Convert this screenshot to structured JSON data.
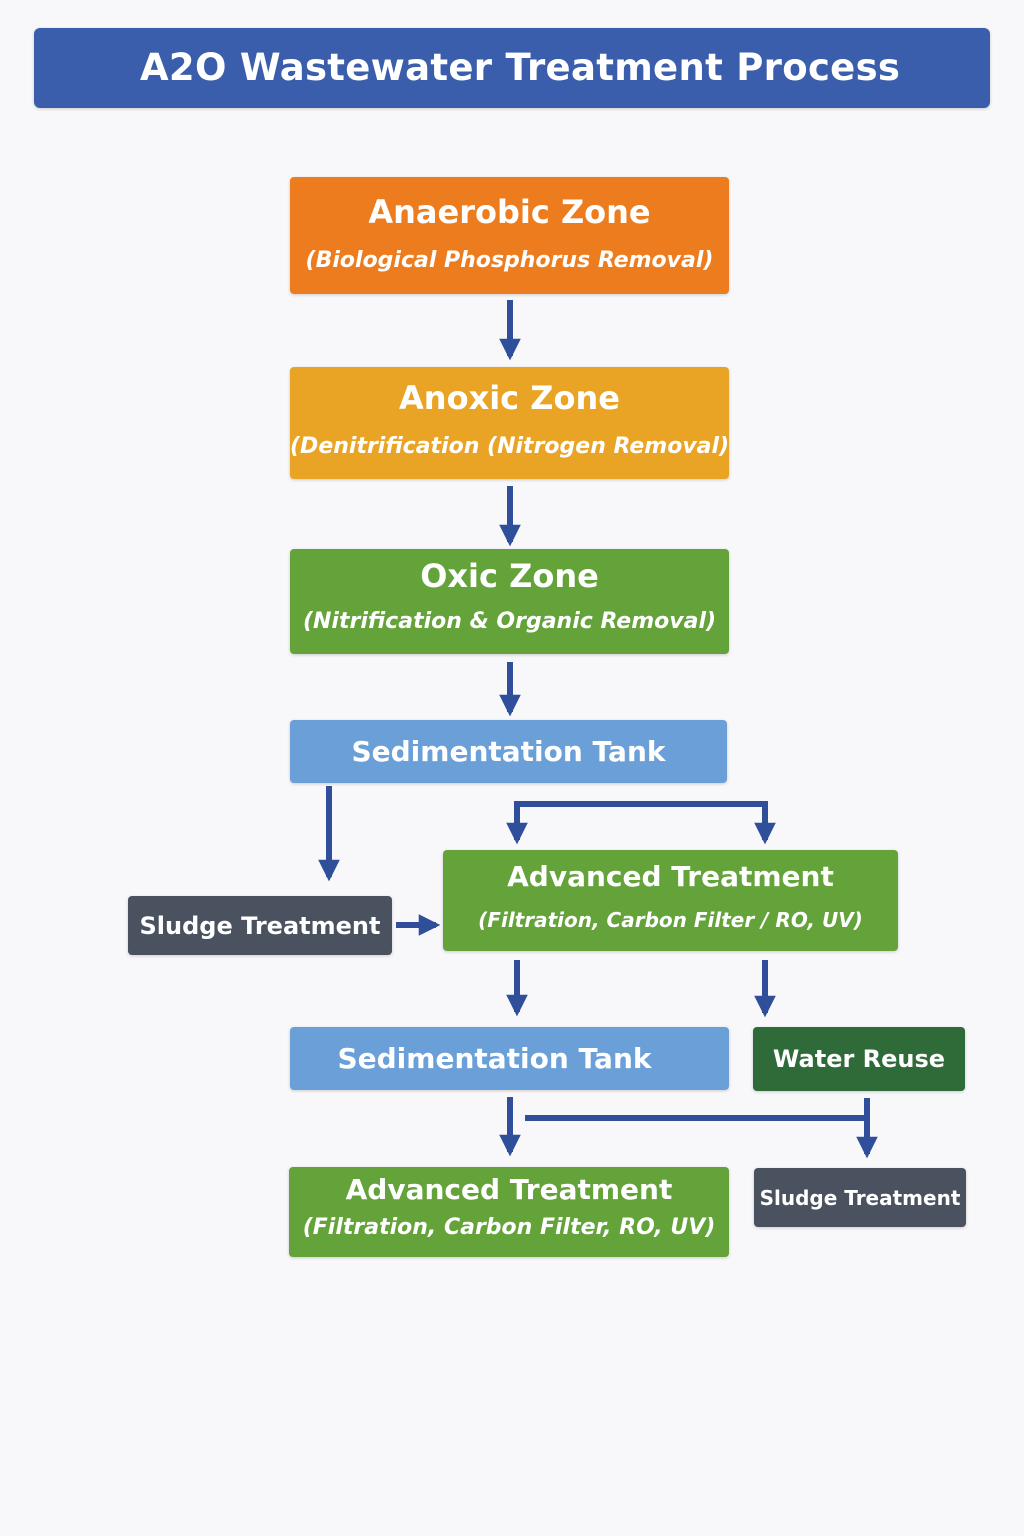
{
  "header": {
    "title": "A2O Wastewater Treatment Process"
  },
  "colors": {
    "header": "#3a5eab",
    "anaerobic": "#ec7c1e",
    "anoxic": "#e9a426",
    "oxic": "#64a23a",
    "sedimentation": "#6a9fd8",
    "advanced": "#64a23a",
    "sludge": "#4b525f",
    "water_reuse": "#2f6b39",
    "arrow": "#2f4f9a"
  },
  "nodes": {
    "anaerobic": {
      "title": "Anaerobic Zone",
      "subtitle": "(Biological Phosphorus Removal)"
    },
    "anoxic": {
      "title": "Anoxic Zone",
      "subtitle": "(Denitrification (Nitrogen Removal)"
    },
    "oxic": {
      "title": "Oxic Zone",
      "subtitle": "(Nitrification & Organic Removal)"
    },
    "sedimentation_1": {
      "title": "Sedimentation Tank"
    },
    "sludge_1": {
      "title": "Sludge Treatment"
    },
    "advanced_1": {
      "title": "Advanced Treatment",
      "subtitle": "(Filtration, Carbon Filter / RO, UV)"
    },
    "sedimentation_2": {
      "title": "Sedimentation Tank"
    },
    "water_reuse": {
      "title": "Water Reuse"
    },
    "advanced_2": {
      "title": "Advanced Treatment",
      "subtitle": "(Filtration, Carbon Filter, RO, UV)"
    },
    "sludge_2": {
      "title": "Sludge Treatment"
    }
  }
}
